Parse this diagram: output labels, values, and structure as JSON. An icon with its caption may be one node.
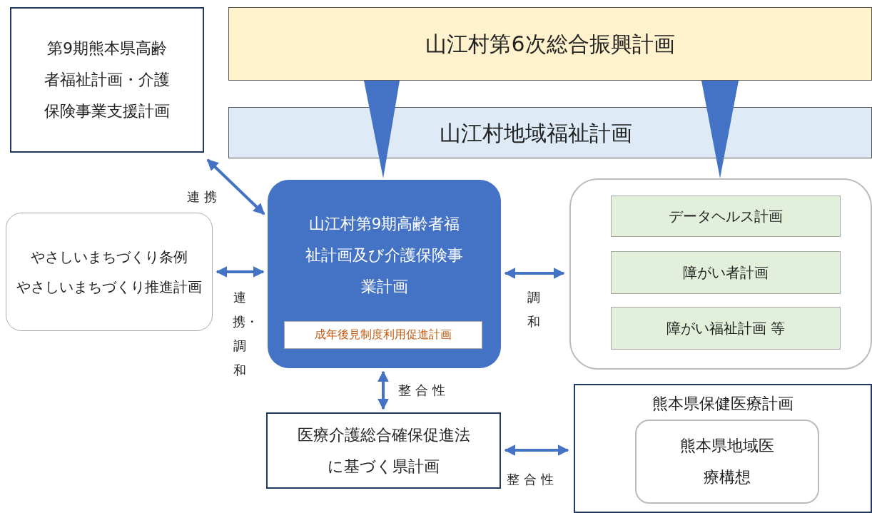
{
  "diagram": {
    "nodes": [
      {
        "text": [
          "山江村第6次総合振興計画"
        ]
      },
      {
        "text": [
          "山江村地域福祉計画"
        ]
      },
      {
        "text": [
          "第9期熊本県高齢者福祉計画・介護保険事業支援計画"
        ]
      },
      {
        "text": [
          "やさしいまちづくり条例",
          "やさしいまちづくり推進計画"
        ]
      },
      {
        "text": [
          "山江村第9期高齢者福祉計画及び介護保険事業計画"
        ]
      },
      {
        "text": [
          "成年後見制度利用促進計画"
        ],
        "in": 4
      },
      {
        "text": [],
        "shape": "box"
      },
      {
        "text": [
          "データヘルス計画"
        ],
        "in": 6
      },
      {
        "text": [
          "障がい者計画"
        ],
        "in": 6
      },
      {
        "text": [
          "障がい福祉計画 等"
        ],
        "in": 6
      },
      {
        "text": [
          "医療介護総合確保促進法に基づく県計画"
        ]
      },
      {
        "text": [
          "熊本県保健医療計画"
        ]
      },
      {
        "text": [
          "熊本県地域医療構想"
        ],
        "in": 11
      }
    ],
    "edges": [
      {
        "from": 0,
        "to": 4,
        "arrow": "to",
        "style": "thick"
      },
      {
        "from": 0,
        "to": 6,
        "arrow": "to",
        "style": "thick"
      },
      {
        "from": 2,
        "to": 4,
        "arrow": "both",
        "label": "連携"
      },
      {
        "from": 3,
        "to": 4,
        "arrow": "both",
        "label": "連携・調和"
      },
      {
        "from": 4,
        "to": 6,
        "arrow": "both",
        "label": "調和"
      },
      {
        "from": 4,
        "to": 10,
        "arrow": "both",
        "label": "整合性"
      },
      {
        "from": 10,
        "to": 11,
        "arrow": "both",
        "label": "整合性"
      }
    ]
  }
}
